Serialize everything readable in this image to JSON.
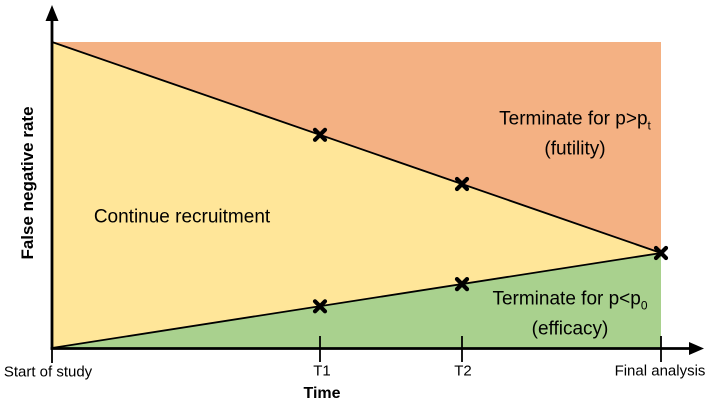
{
  "figure": {
    "background": "#ffffff",
    "colors": {
      "futility_region": "#F4B183",
      "continue_region": "#FFE699",
      "efficacy_region": "#A9D18E",
      "line": "#000000",
      "text": "#000000"
    },
    "y_axis": {
      "label": "False negative rate"
    },
    "x_axis": {
      "label": "Time",
      "ticks": [
        "Start of study",
        "T1",
        "T2",
        "Final analysis"
      ]
    },
    "regions": {
      "continue": {
        "label": "Continue recruitment"
      },
      "futility": {
        "line1": "Terminate for p>p",
        "line1_sub": "t",
        "line2": "(futility)"
      },
      "efficacy": {
        "line1": "Terminate for p<p",
        "line1_sub": "0",
        "line2": "(efficacy)"
      }
    }
  },
  "chart_data": {
    "type": "area",
    "title": "",
    "xlabel": "Time",
    "ylabel": "False negative rate",
    "x_ticks": [
      "Start of study",
      "T1",
      "T2",
      "Final analysis"
    ],
    "x_ticks_norm": [
      0,
      0.44,
      0.67,
      1.0
    ],
    "ylim_note": "y axis unlabeled; values normalized 0-1 of plot height",
    "grid": false,
    "legend": "none",
    "series": [
      {
        "name": "Futility boundary (terminate for p>pt)",
        "x": [
          "Start of study",
          "T1",
          "T2",
          "Final analysis"
        ],
        "y_norm": [
          1.0,
          0.7,
          0.54,
          0.31
        ]
      },
      {
        "name": "Efficacy boundary (terminate for p<p0)",
        "x": [
          "Start of study",
          "T1",
          "T2",
          "Final analysis"
        ],
        "y_norm": [
          0.0,
          0.14,
          0.21,
          0.31
        ]
      }
    ],
    "regions": [
      {
        "name": "Terminate for p>pt (futility)",
        "color": "#F4B183",
        "position": "above futility boundary"
      },
      {
        "name": "Continue recruitment",
        "color": "#FFE699",
        "position": "between boundaries"
      },
      {
        "name": "Terminate for p<p0 (efficacy)",
        "color": "#A9D18E",
        "position": "below efficacy boundary"
      }
    ],
    "markers": [
      {
        "at": "T1",
        "boundary": "futility",
        "y_norm": 0.7
      },
      {
        "at": "T2",
        "boundary": "futility",
        "y_norm": 0.54
      },
      {
        "at": "T1",
        "boundary": "efficacy",
        "y_norm": 0.14
      },
      {
        "at": "T2",
        "boundary": "efficacy",
        "y_norm": 0.21
      },
      {
        "at": "Final analysis",
        "boundary": "both (convergence point)",
        "y_norm": 0.31
      }
    ]
  }
}
